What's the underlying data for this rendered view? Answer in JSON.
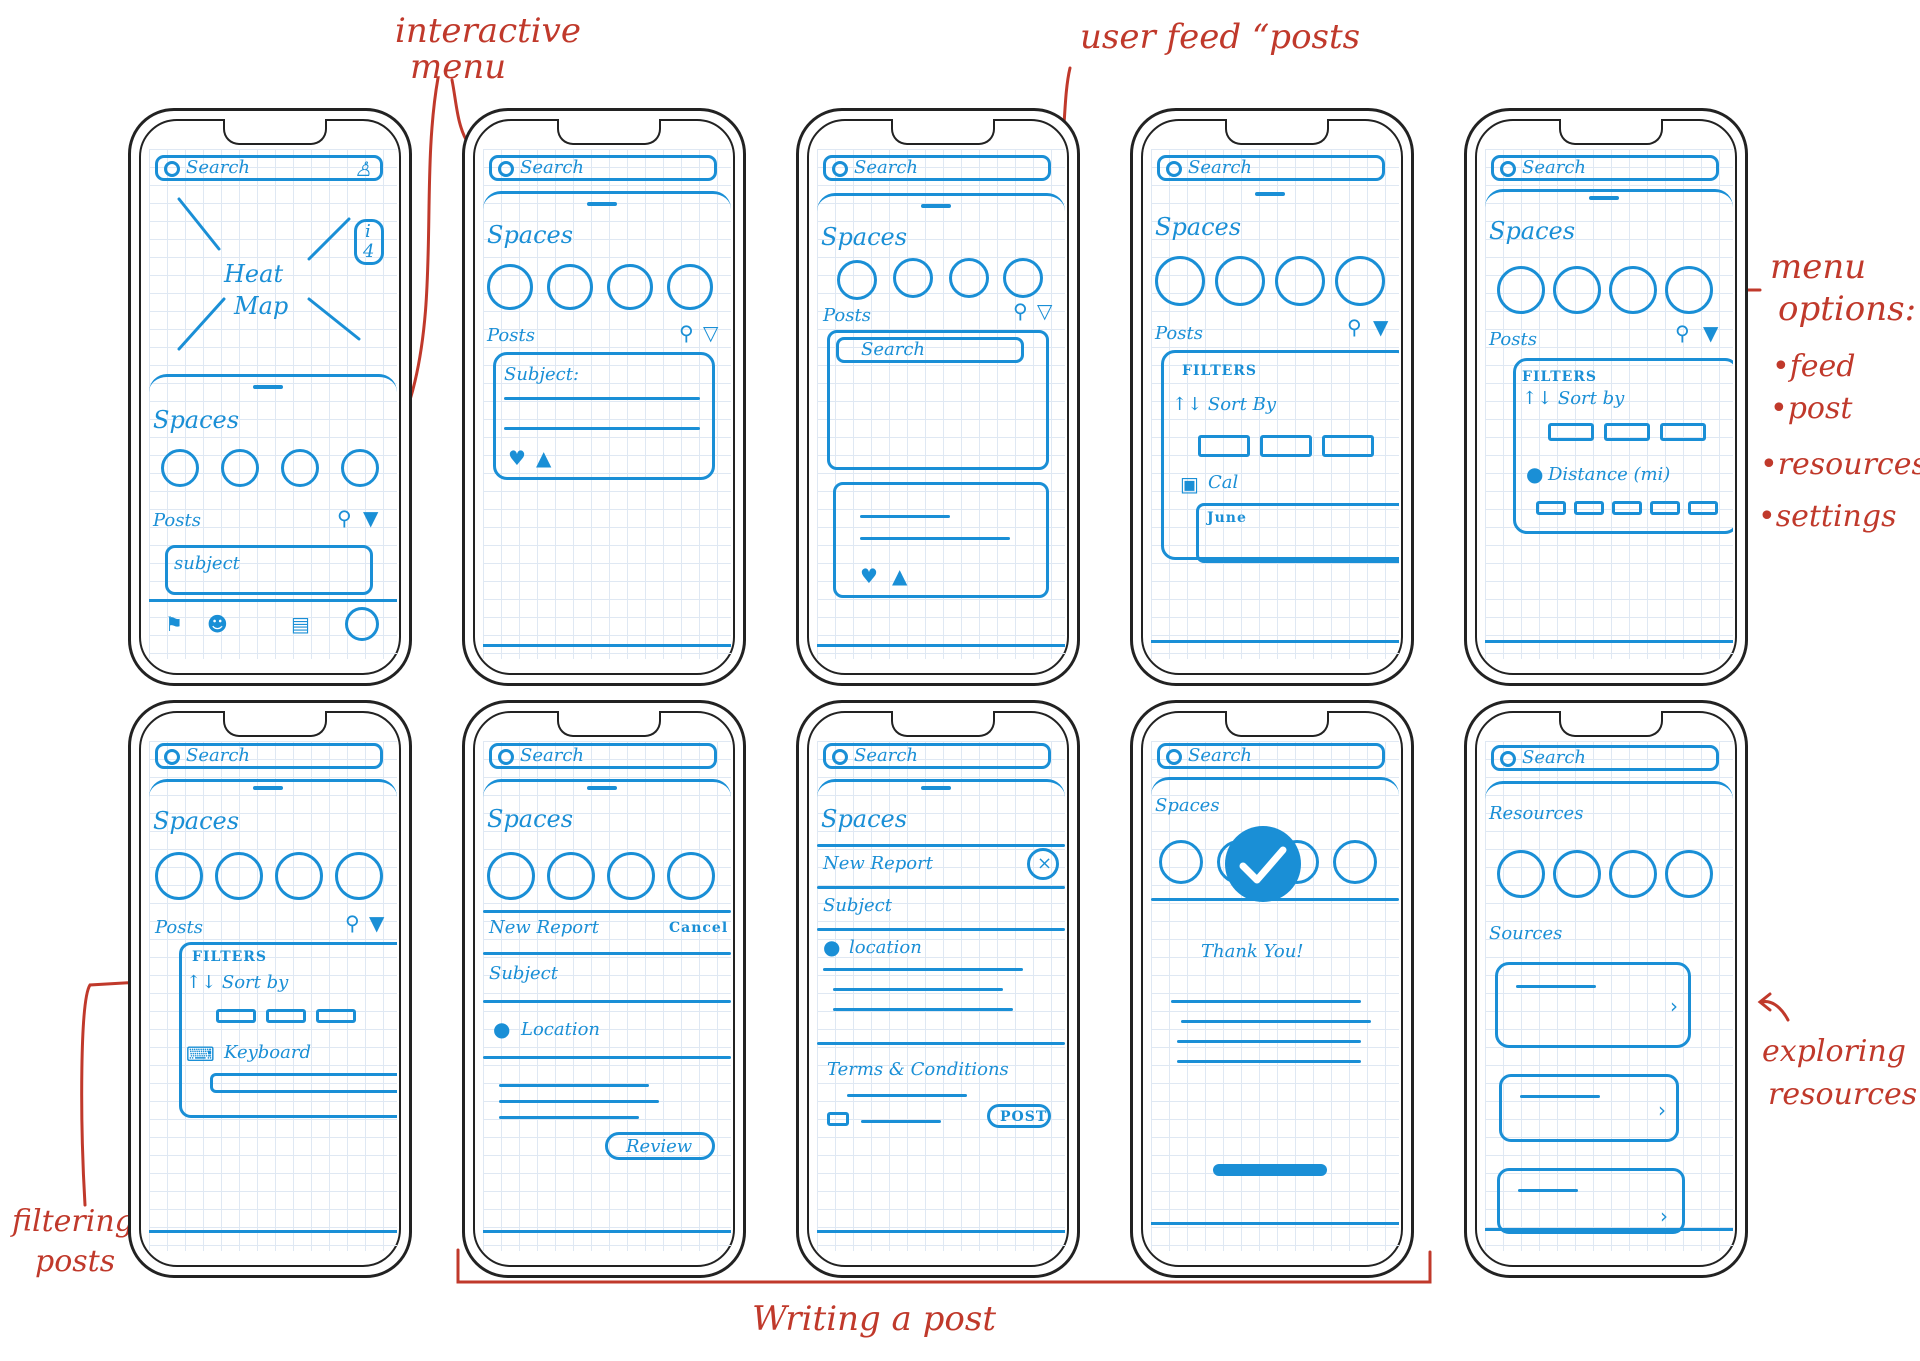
{
  "annotations": {
    "interactive_menu_l1": "interactive",
    "interactive_menu_l2": "menu",
    "user_feed": "user feed “posts",
    "menu_options_l1": "menu",
    "menu_options_l2": "options:",
    "opt_feed": "•feed",
    "opt_post": "•post",
    "opt_resources": "•resources",
    "opt_settings": "•settings",
    "filtering_l1": "filtering",
    "filtering_l2": "posts",
    "writing": "Writing a post",
    "exploring_l1": "exploring",
    "exploring_l2": "resources"
  },
  "phones": {
    "p1": {
      "search": "Search",
      "heat_l1": "Heat",
      "heat_l2": "Map",
      "spaces": "Spaces",
      "posts": "Posts",
      "subject": "subject",
      "zoom_in": "i",
      "zoom_out": "4"
    },
    "p2": {
      "search": "Search",
      "spaces": "Spaces",
      "posts": "Posts",
      "subject": "Subject:"
    },
    "p3": {
      "search": "Search",
      "spaces": "Spaces",
      "posts": "Posts",
      "inner_search": "Search"
    },
    "p4": {
      "search": "Search",
      "spaces": "Spaces",
      "posts": "Posts",
      "filters": "FILTERS",
      "sort": "↑↓ Sort By",
      "cal": "Cal",
      "month": "June"
    },
    "p5": {
      "search": "Search",
      "spaces": "Spaces",
      "posts": "Posts",
      "filters": "FILTERS",
      "sort": "↑↓ Sort by",
      "distance": "Distance (mi)"
    },
    "p6": {
      "search": "Search",
      "spaces": "Spaces",
      "posts": "Posts",
      "filters": "FILTERS",
      "sort": "↑↓ Sort by",
      "keyboard": "Keyboard"
    },
    "p7": {
      "search": "Search",
      "spaces": "Spaces",
      "new_report": "New Report",
      "cancel": "Cancel",
      "subject": "Subject",
      "location": "Location",
      "review": "Review"
    },
    "p8": {
      "search": "Search",
      "spaces": "Spaces",
      "new_report": "New Report",
      "close": "×",
      "subject": "Subject",
      "location": "location",
      "terms": "Terms & Conditions",
      "post": "POST"
    },
    "p9": {
      "search": "Search",
      "spaces": "Spaces",
      "thanks": "Thank You!"
    },
    "p10": {
      "search": "Search",
      "resources": "Resources",
      "sources": "Sources"
    }
  },
  "colors": {
    "sketch_blue": "#1a8fd6",
    "annotation_red": "#c0392b",
    "frame": "#222222"
  }
}
